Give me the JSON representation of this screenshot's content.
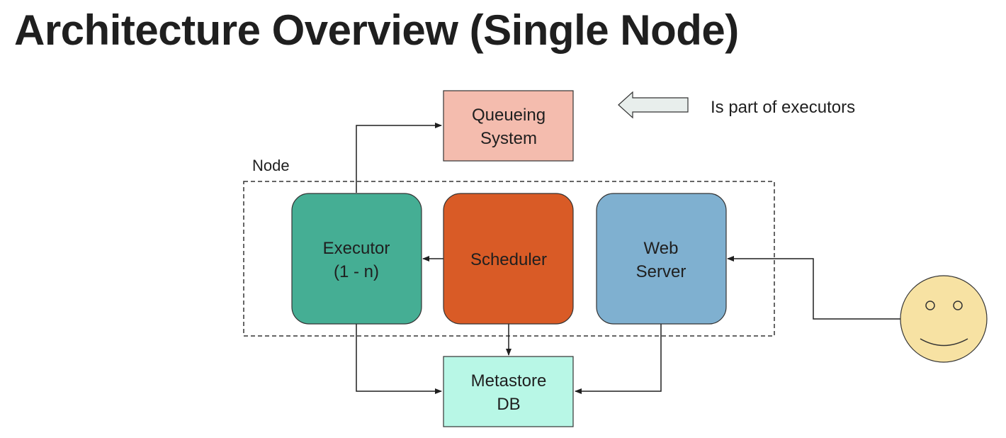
{
  "title": "Architecture Overview (Single Node)",
  "diagram": {
    "node_group_label": "Node",
    "boxes": {
      "queueing": {
        "lines": [
          "Queueing",
          "System"
        ],
        "fill": "#f4bcae"
      },
      "executor": {
        "lines": [
          "Executor",
          "(1 - n)"
        ],
        "fill": "#45ae94"
      },
      "scheduler": {
        "lines": [
          "Scheduler"
        ],
        "fill": "#d95b26"
      },
      "webserver": {
        "lines": [
          "Web",
          "Server"
        ],
        "fill": "#7fb0d0"
      },
      "metastore": {
        "lines": [
          "Metastore",
          "DB"
        ],
        "fill": "#b8f7e6"
      }
    },
    "legend": {
      "text": "Is part of executors",
      "arrow_fill": "#e8eeec"
    },
    "user_face": {
      "fill": "#f7e2a3"
    }
  }
}
